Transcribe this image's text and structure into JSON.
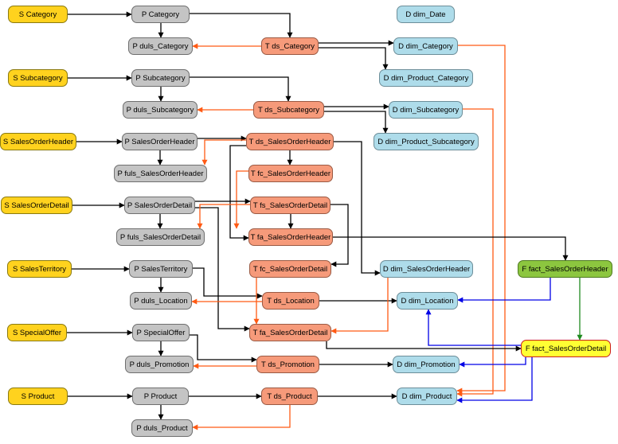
{
  "colors": {
    "black_edge": "#000000",
    "orange_edge": "#FF5A14",
    "blue_edge": "#0000E6",
    "green_edge": "#1F8A1F"
  },
  "nodes": [
    {
      "id": "s_category",
      "label": "S Category",
      "kind": "S"
    },
    {
      "id": "p_category",
      "label": "P Category",
      "kind": "P"
    },
    {
      "id": "d_dim_date",
      "label": "D dim_Date",
      "kind": "D"
    },
    {
      "id": "p_duls_category",
      "label": "P duls_Category",
      "kind": "P"
    },
    {
      "id": "t_ds_category",
      "label": "T ds_Category",
      "kind": "T"
    },
    {
      "id": "d_dim_category",
      "label": "D dim_Category",
      "kind": "D"
    },
    {
      "id": "d_dim_product_category",
      "label": "D dim_Product_Category",
      "kind": "D"
    },
    {
      "id": "s_subcategory",
      "label": "S Subcategory",
      "kind": "S"
    },
    {
      "id": "p_subcategory",
      "label": "P Subcategory",
      "kind": "P"
    },
    {
      "id": "p_duls_subcategory",
      "label": "P duls_Subcategory",
      "kind": "P"
    },
    {
      "id": "t_ds_subcategory",
      "label": "T ds_Subcategory",
      "kind": "T"
    },
    {
      "id": "d_dim_subcategory",
      "label": "D dim_Subcategory",
      "kind": "D"
    },
    {
      "id": "d_dim_product_subcategory",
      "label": "D dim_Product_Subcategory",
      "kind": "D"
    },
    {
      "id": "s_salesorderheader",
      "label": "S SalesOrderHeader",
      "kind": "S"
    },
    {
      "id": "p_salesorderheader",
      "label": "P SalesOrderHeader",
      "kind": "P"
    },
    {
      "id": "t_ds_salesorderheader",
      "label": "T ds_SalesOrderHeader",
      "kind": "T"
    },
    {
      "id": "p_fuls_salesorderheader",
      "label": "P fuls_SalesOrderHeader",
      "kind": "P"
    },
    {
      "id": "t_fc_salesorderheader",
      "label": "T fc_SalesOrderHeader",
      "kind": "T"
    },
    {
      "id": "s_salesorderdetail",
      "label": "S SalesOrderDetail",
      "kind": "S"
    },
    {
      "id": "p_salesorderdetail",
      "label": "P SalesOrderDetail",
      "kind": "P"
    },
    {
      "id": "t_fs_salesorderdetail",
      "label": "T fs_SalesOrderDetail",
      "kind": "T"
    },
    {
      "id": "p_fuls_salesorderdetail",
      "label": "P fuls_SalesOrderDetail",
      "kind": "P"
    },
    {
      "id": "t_fa_salesorderheader",
      "label": "T fa_SalesOrderHeader",
      "kind": "T"
    },
    {
      "id": "s_salesterritory",
      "label": "S SalesTerritory",
      "kind": "S"
    },
    {
      "id": "p_salesterritory",
      "label": "P SalesTerritory",
      "kind": "P"
    },
    {
      "id": "t_fc_salesorderdetail",
      "label": "T fc_SalesOrderDetail",
      "kind": "T"
    },
    {
      "id": "d_dim_salesorderheader",
      "label": "D dim_SalesOrderHeader",
      "kind": "D"
    },
    {
      "id": "f_fact_salesorderheader",
      "label": "F fact_SalesOrderHeader",
      "kind": "F1"
    },
    {
      "id": "p_duls_location",
      "label": "P duls_Location",
      "kind": "P"
    },
    {
      "id": "t_ds_location",
      "label": "T ds_Location",
      "kind": "T"
    },
    {
      "id": "d_dim_location",
      "label": "D dim_Location",
      "kind": "D"
    },
    {
      "id": "s_specialoffer",
      "label": "S SpecialOffer",
      "kind": "S"
    },
    {
      "id": "p_specialoffer",
      "label": "P SpecialOffer",
      "kind": "P"
    },
    {
      "id": "t_fa_salesorderdetail",
      "label": "T fa_SalesOrderDetail",
      "kind": "T"
    },
    {
      "id": "f_fact_salesorderdetail",
      "label": "F fact_SalesOrderDetail",
      "kind": "F2"
    },
    {
      "id": "p_duls_promotion",
      "label": "P duls_Promotion",
      "kind": "P"
    },
    {
      "id": "t_ds_promotion",
      "label": "T ds_Promotion",
      "kind": "T"
    },
    {
      "id": "d_dim_promotion",
      "label": "D dim_Promotion",
      "kind": "D"
    },
    {
      "id": "s_product",
      "label": "S Product",
      "kind": "S"
    },
    {
      "id": "p_product",
      "label": "P Product",
      "kind": "P"
    },
    {
      "id": "t_ds_product",
      "label": "T ds_Product",
      "kind": "T"
    },
    {
      "id": "d_dim_product",
      "label": "D dim_Product",
      "kind": "D"
    },
    {
      "id": "p_duls_product",
      "label": "P duls_Product",
      "kind": "P"
    }
  ],
  "edges": [
    {
      "from": "s_category",
      "to": "p_category",
      "color": "black"
    },
    {
      "from": "p_category",
      "to": "p_duls_category",
      "color": "black"
    },
    {
      "from": "p_category",
      "to": "t_ds_category",
      "color": "black"
    },
    {
      "from": "t_ds_category",
      "to": "p_duls_category",
      "color": "orange"
    },
    {
      "from": "t_ds_category",
      "to": "d_dim_category",
      "color": "black"
    },
    {
      "from": "t_ds_category",
      "to": "d_dim_product_category",
      "color": "black"
    },
    {
      "from": "d_dim_category",
      "to": "d_dim_product",
      "color": "orange"
    },
    {
      "from": "s_subcategory",
      "to": "p_subcategory",
      "color": "black"
    },
    {
      "from": "p_subcategory",
      "to": "p_duls_subcategory",
      "color": "black"
    },
    {
      "from": "p_subcategory",
      "to": "t_ds_subcategory",
      "color": "black"
    },
    {
      "from": "t_ds_subcategory",
      "to": "p_duls_subcategory",
      "color": "orange"
    },
    {
      "from": "t_ds_subcategory",
      "to": "d_dim_subcategory",
      "color": "black"
    },
    {
      "from": "t_ds_subcategory",
      "to": "d_dim_product_subcategory",
      "color": "black"
    },
    {
      "from": "d_dim_subcategory",
      "to": "d_dim_product",
      "color": "orange"
    },
    {
      "from": "s_salesorderheader",
      "to": "p_salesorderheader",
      "color": "black"
    },
    {
      "from": "p_salesorderheader",
      "to": "p_fuls_salesorderheader",
      "color": "black"
    },
    {
      "from": "p_salesorderheader",
      "to": "t_ds_salesorderheader",
      "color": "black"
    },
    {
      "from": "t_ds_salesorderheader",
      "to": "p_fuls_salesorderheader",
      "color": "orange"
    },
    {
      "from": "t_ds_salesorderheader",
      "to": "t_fc_salesorderheader",
      "color": "black"
    },
    {
      "from": "t_ds_salesorderheader",
      "to": "t_fa_salesorderheader",
      "color": "black"
    },
    {
      "from": "t_ds_salesorderheader",
      "to": "d_dim_salesorderheader",
      "color": "black"
    },
    {
      "from": "t_fc_salesorderheader",
      "to": "t_fa_salesorderheader",
      "color": "orange"
    },
    {
      "from": "s_salesorderdetail",
      "to": "p_salesorderdetail",
      "color": "black"
    },
    {
      "from": "p_salesorderdetail",
      "to": "p_fuls_salesorderdetail",
      "color": "black"
    },
    {
      "from": "p_salesorderdetail",
      "to": "t_fs_salesorderdetail",
      "color": "black"
    },
    {
      "from": "p_salesorderdetail",
      "to": "t_fa_salesorderdetail",
      "color": "black"
    },
    {
      "from": "t_fs_salesorderdetail",
      "to": "p_fuls_salesorderdetail",
      "color": "orange"
    },
    {
      "from": "t_fs_salesorderdetail",
      "to": "t_fc_salesorderdetail",
      "color": "black"
    },
    {
      "from": "t_fs_salesorderdetail",
      "to": "t_fa_salesorderheader",
      "color": "black"
    },
    {
      "from": "t_fa_salesorderheader",
      "to": "f_fact_salesorderheader",
      "color": "black"
    },
    {
      "from": "s_salesterritory",
      "to": "p_salesterritory",
      "color": "black"
    },
    {
      "from": "p_salesterritory",
      "to": "p_duls_location",
      "color": "black"
    },
    {
      "from": "p_salesterritory",
      "to": "t_ds_location",
      "color": "black"
    },
    {
      "from": "t_ds_location",
      "to": "p_duls_location",
      "color": "orange"
    },
    {
      "from": "t_ds_location",
      "to": "d_dim_location",
      "color": "black"
    },
    {
      "from": "t_fc_salesorderdetail",
      "to": "t_fa_salesorderdetail",
      "color": "orange"
    },
    {
      "from": "d_dim_salesorderheader",
      "to": "t_fa_salesorderdetail",
      "color": "orange"
    },
    {
      "from": "f_fact_salesorderheader",
      "to": "d_dim_location",
      "color": "blue"
    },
    {
      "from": "f_fact_salesorderheader",
      "to": "f_fact_salesorderdetail",
      "color": "green"
    },
    {
      "from": "s_specialoffer",
      "to": "p_specialoffer",
      "color": "black"
    },
    {
      "from": "p_specialoffer",
      "to": "p_duls_promotion",
      "color": "black"
    },
    {
      "from": "p_specialoffer",
      "to": "t_ds_promotion",
      "color": "black"
    },
    {
      "from": "t_ds_promotion",
      "to": "p_duls_promotion",
      "color": "orange"
    },
    {
      "from": "t_ds_promotion",
      "to": "d_dim_promotion",
      "color": "black"
    },
    {
      "from": "t_fa_salesorderdetail",
      "to": "f_fact_salesorderdetail",
      "color": "black"
    },
    {
      "from": "f_fact_salesorderdetail",
      "to": "d_dim_location",
      "color": "blue"
    },
    {
      "from": "f_fact_salesorderdetail",
      "to": "d_dim_promotion",
      "color": "blue"
    },
    {
      "from": "f_fact_salesorderdetail",
      "to": "d_dim_product",
      "color": "blue"
    },
    {
      "from": "s_product",
      "to": "p_product",
      "color": "black"
    },
    {
      "from": "p_product",
      "to": "p_duls_product",
      "color": "black"
    },
    {
      "from": "p_product",
      "to": "t_ds_product",
      "color": "black"
    },
    {
      "from": "t_ds_product",
      "to": "p_duls_product",
      "color": "orange"
    },
    {
      "from": "t_ds_product",
      "to": "d_dim_product",
      "color": "black"
    }
  ]
}
